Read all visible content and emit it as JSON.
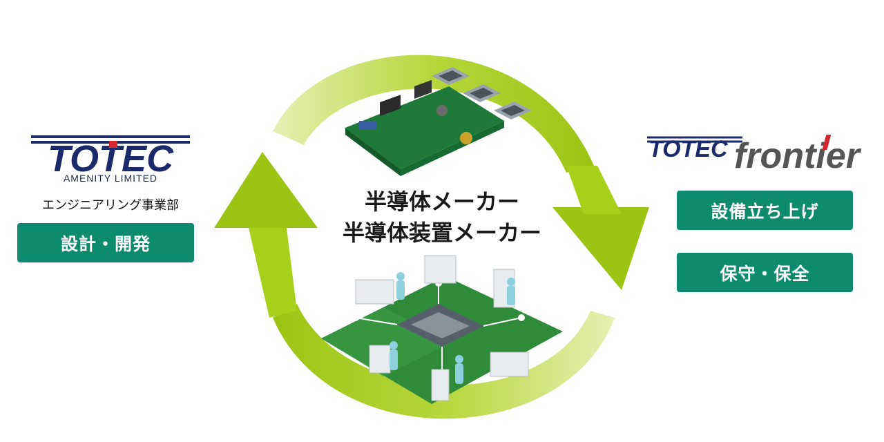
{
  "left_company": {
    "logo_text": "TOTEC",
    "subtitle": "AMENITY LIMITED",
    "department": "エンジニアリング事業部",
    "role": "設計・開発"
  },
  "right_company": {
    "logo_text": "TOTEC",
    "logo_suffix": "frontier",
    "roles": [
      "設備立ち上げ",
      "保守・保全"
    ]
  },
  "center": {
    "line1": "半導体メーカー",
    "line2": "半導体装置メーカー"
  },
  "colors": {
    "arrow_green": "#a8cf1c",
    "tag_green": "#0e8a6f",
    "logo_navy": "#1b2a6b",
    "logo_red": "#d7262e",
    "frontier_gray": "#555555"
  }
}
